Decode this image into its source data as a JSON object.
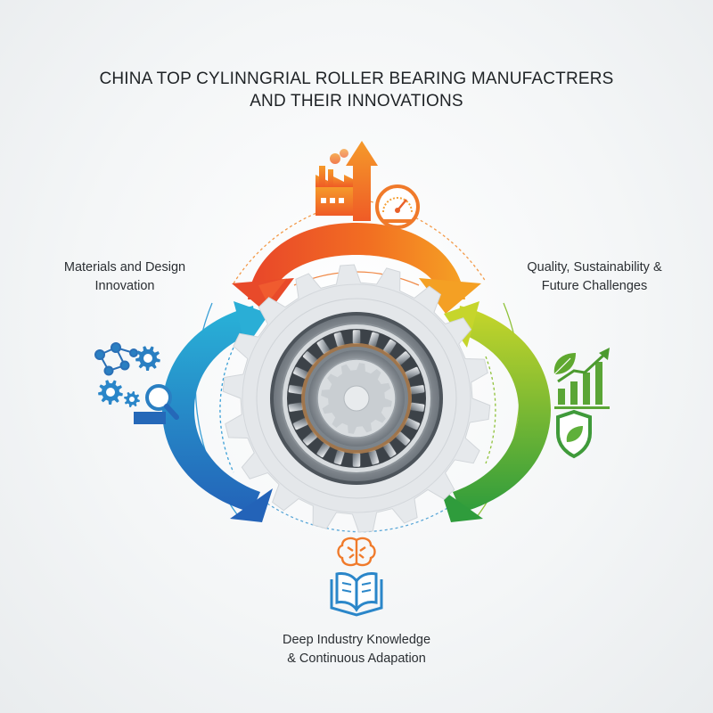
{
  "title": {
    "line1": "CHINA TOP CYLINNGRIAL ROLLER BEARING MANUFACTRERS",
    "line2": "AND THEIR INNOVATIONS"
  },
  "sections": {
    "materials": {
      "line1": "Materials and Design",
      "line2": "Innovation",
      "color": "#2a8fd0",
      "icons": [
        "network-icon",
        "gear-icon",
        "magnifier-icon"
      ]
    },
    "manufacturing": {
      "color": "#f06a24",
      "icons": [
        "factory-icon",
        "arrow-up-icon",
        "gauge-icon"
      ]
    },
    "quality": {
      "line1": "Quality, Sustainability &",
      "line2": "Future Challenges",
      "color": "#7bbf2e",
      "icons": [
        "bar-chart-icon",
        "leaf-icon",
        "shield-leaf-icon"
      ]
    },
    "knowledge": {
      "line1": "Deep Industry Knowledge",
      "line2": "& Continuous Adapation",
      "color": "#2a8fd0",
      "icons": [
        "brain-icon",
        "book-icon"
      ]
    }
  },
  "center": {
    "icons": [
      "gear-icon",
      "bearing-icon"
    ]
  }
}
